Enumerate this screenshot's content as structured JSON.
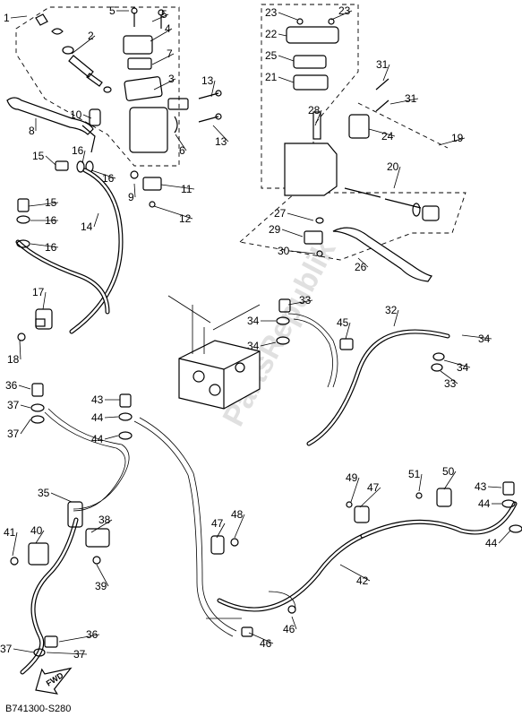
{
  "diagram": {
    "drawing_code": "B741300-S280",
    "fwd_label": "FWD",
    "watermark": "PartsRepublik",
    "callouts": [
      {
        "id": "c1",
        "label": "1"
      },
      {
        "id": "c2",
        "label": "2"
      },
      {
        "id": "c3",
        "label": "3"
      },
      {
        "id": "c4",
        "label": "4"
      },
      {
        "id": "c5a",
        "label": "5"
      },
      {
        "id": "c5b",
        "label": "5"
      },
      {
        "id": "c6",
        "label": "6"
      },
      {
        "id": "c7",
        "label": "7"
      },
      {
        "id": "c8",
        "label": "8"
      },
      {
        "id": "c9",
        "label": "9"
      },
      {
        "id": "c10",
        "label": "10"
      },
      {
        "id": "c11",
        "label": "11"
      },
      {
        "id": "c12",
        "label": "12"
      },
      {
        "id": "c13a",
        "label": "13"
      },
      {
        "id": "c13b",
        "label": "13"
      },
      {
        "id": "c14",
        "label": "14"
      },
      {
        "id": "c15a",
        "label": "15"
      },
      {
        "id": "c15b",
        "label": "15"
      },
      {
        "id": "c16a",
        "label": "16"
      },
      {
        "id": "c16b",
        "label": "16"
      },
      {
        "id": "c16c",
        "label": "16"
      },
      {
        "id": "c16d",
        "label": "16"
      },
      {
        "id": "c17",
        "label": "17"
      },
      {
        "id": "c18",
        "label": "18"
      },
      {
        "id": "c19",
        "label": "19"
      },
      {
        "id": "c20",
        "label": "20"
      },
      {
        "id": "c21",
        "label": "21"
      },
      {
        "id": "c22",
        "label": "22"
      },
      {
        "id": "c23a",
        "label": "23"
      },
      {
        "id": "c23b",
        "label": "23"
      },
      {
        "id": "c24",
        "label": "24"
      },
      {
        "id": "c25",
        "label": "25"
      },
      {
        "id": "c26",
        "label": "26"
      },
      {
        "id": "c27",
        "label": "27"
      },
      {
        "id": "c28",
        "label": "28"
      },
      {
        "id": "c29",
        "label": "29"
      },
      {
        "id": "c30",
        "label": "30"
      },
      {
        "id": "c31a",
        "label": "31"
      },
      {
        "id": "c31b",
        "label": "31"
      },
      {
        "id": "c32",
        "label": "32"
      },
      {
        "id": "c33a",
        "label": "33"
      },
      {
        "id": "c33b",
        "label": "33"
      },
      {
        "id": "c34a",
        "label": "34"
      },
      {
        "id": "c34b",
        "label": "34"
      },
      {
        "id": "c34c",
        "label": "34"
      },
      {
        "id": "c34d",
        "label": "34"
      },
      {
        "id": "c35",
        "label": "35"
      },
      {
        "id": "c36a",
        "label": "36"
      },
      {
        "id": "c36b",
        "label": "36"
      },
      {
        "id": "c37a",
        "label": "37"
      },
      {
        "id": "c37b",
        "label": "37"
      },
      {
        "id": "c37c",
        "label": "37"
      },
      {
        "id": "c37d",
        "label": "37"
      },
      {
        "id": "c38",
        "label": "38"
      },
      {
        "id": "c39",
        "label": "39"
      },
      {
        "id": "c40",
        "label": "40"
      },
      {
        "id": "c41",
        "label": "41"
      },
      {
        "id": "c42",
        "label": "42"
      },
      {
        "id": "c43a",
        "label": "43"
      },
      {
        "id": "c43b",
        "label": "43"
      },
      {
        "id": "c44a",
        "label": "44"
      },
      {
        "id": "c44b",
        "label": "44"
      },
      {
        "id": "c44c",
        "label": "44"
      },
      {
        "id": "c44d",
        "label": "44"
      },
      {
        "id": "c45",
        "label": "45"
      },
      {
        "id": "c46a",
        "label": "46"
      },
      {
        "id": "c46b",
        "label": "46"
      },
      {
        "id": "c47a",
        "label": "47"
      },
      {
        "id": "c47b",
        "label": "47"
      },
      {
        "id": "c48",
        "label": "48"
      },
      {
        "id": "c49",
        "label": "49"
      },
      {
        "id": "c50",
        "label": "50"
      },
      {
        "id": "c51",
        "label": "51"
      }
    ]
  }
}
